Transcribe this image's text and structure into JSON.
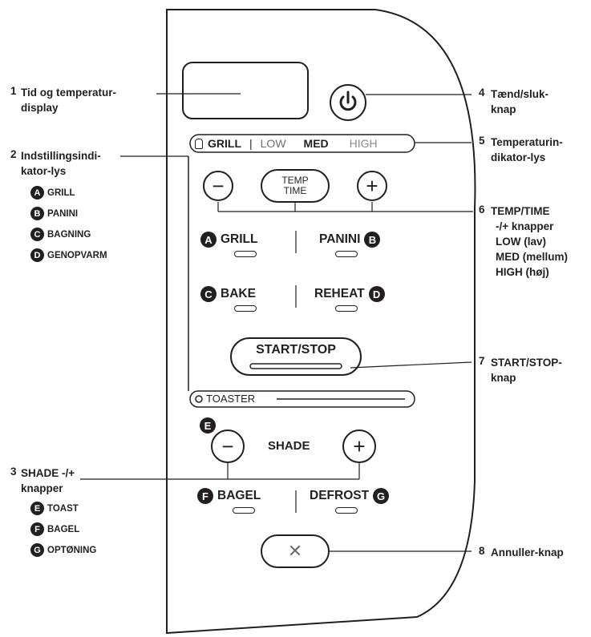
{
  "callouts": {
    "c1": {
      "num": "1",
      "line1": "Tid og temperatur-",
      "line2": "display"
    },
    "c2": {
      "num": "2",
      "line1": "Indstillingsindi-",
      "line2": "kator-lys"
    },
    "c3": {
      "num": "3",
      "line1": "SHADE -/+",
      "line2": "knapper"
    },
    "c4": {
      "num": "4",
      "line1": "Tænd/sluk-",
      "line2": "knap"
    },
    "c5": {
      "num": "5",
      "line1": "Temperaturin-",
      "line2": "dikator-lys"
    },
    "c6": {
      "num": "6",
      "line1": "TEMP/TIME",
      "line2": "-/+ knapper",
      "line3": "LOW (lav)",
      "line4": "MED (mellum)",
      "line5": "HIGH (høj)"
    },
    "c7": {
      "num": "7",
      "line1": "START/STOP-",
      "line2": "knap"
    },
    "c8": {
      "num": "8",
      "line1": "Annuller-knap"
    }
  },
  "legend2": [
    {
      "badge": "A",
      "label": "GRILL"
    },
    {
      "badge": "B",
      "label": "PANINI"
    },
    {
      "badge": "C",
      "label": "BAGNING"
    },
    {
      "badge": "D",
      "label": "GENOPVARM"
    }
  ],
  "legend3": [
    {
      "badge": "E",
      "label": "TOAST"
    },
    {
      "badge": "F",
      "label": "BAGEL"
    },
    {
      "badge": "G",
      "label": "OPTØNING"
    }
  ],
  "panel": {
    "temp_strip": {
      "grill": "GRILL",
      "low": "LOW",
      "med": "MED",
      "high": "HIGH"
    },
    "temp_time_line1": "TEMP",
    "temp_time_line2": "TIME",
    "grill": {
      "badge": "A",
      "label": "GRILL"
    },
    "panini": {
      "badge": "B",
      "label": "PANINI"
    },
    "bake": {
      "badge": "C",
      "label": "BAKE"
    },
    "reheat": {
      "badge": "D",
      "label": "REHEAT"
    },
    "start_stop": "START/STOP",
    "toaster": "TOASTER",
    "shade_badge": "E",
    "shade": "SHADE",
    "bagel": {
      "badge": "F",
      "label": "BAGEL"
    },
    "defrost": {
      "badge": "G",
      "label": "DEFROST"
    },
    "minus_glyph": "−",
    "plus_glyph": "+",
    "cancel_glyph": "✕"
  }
}
